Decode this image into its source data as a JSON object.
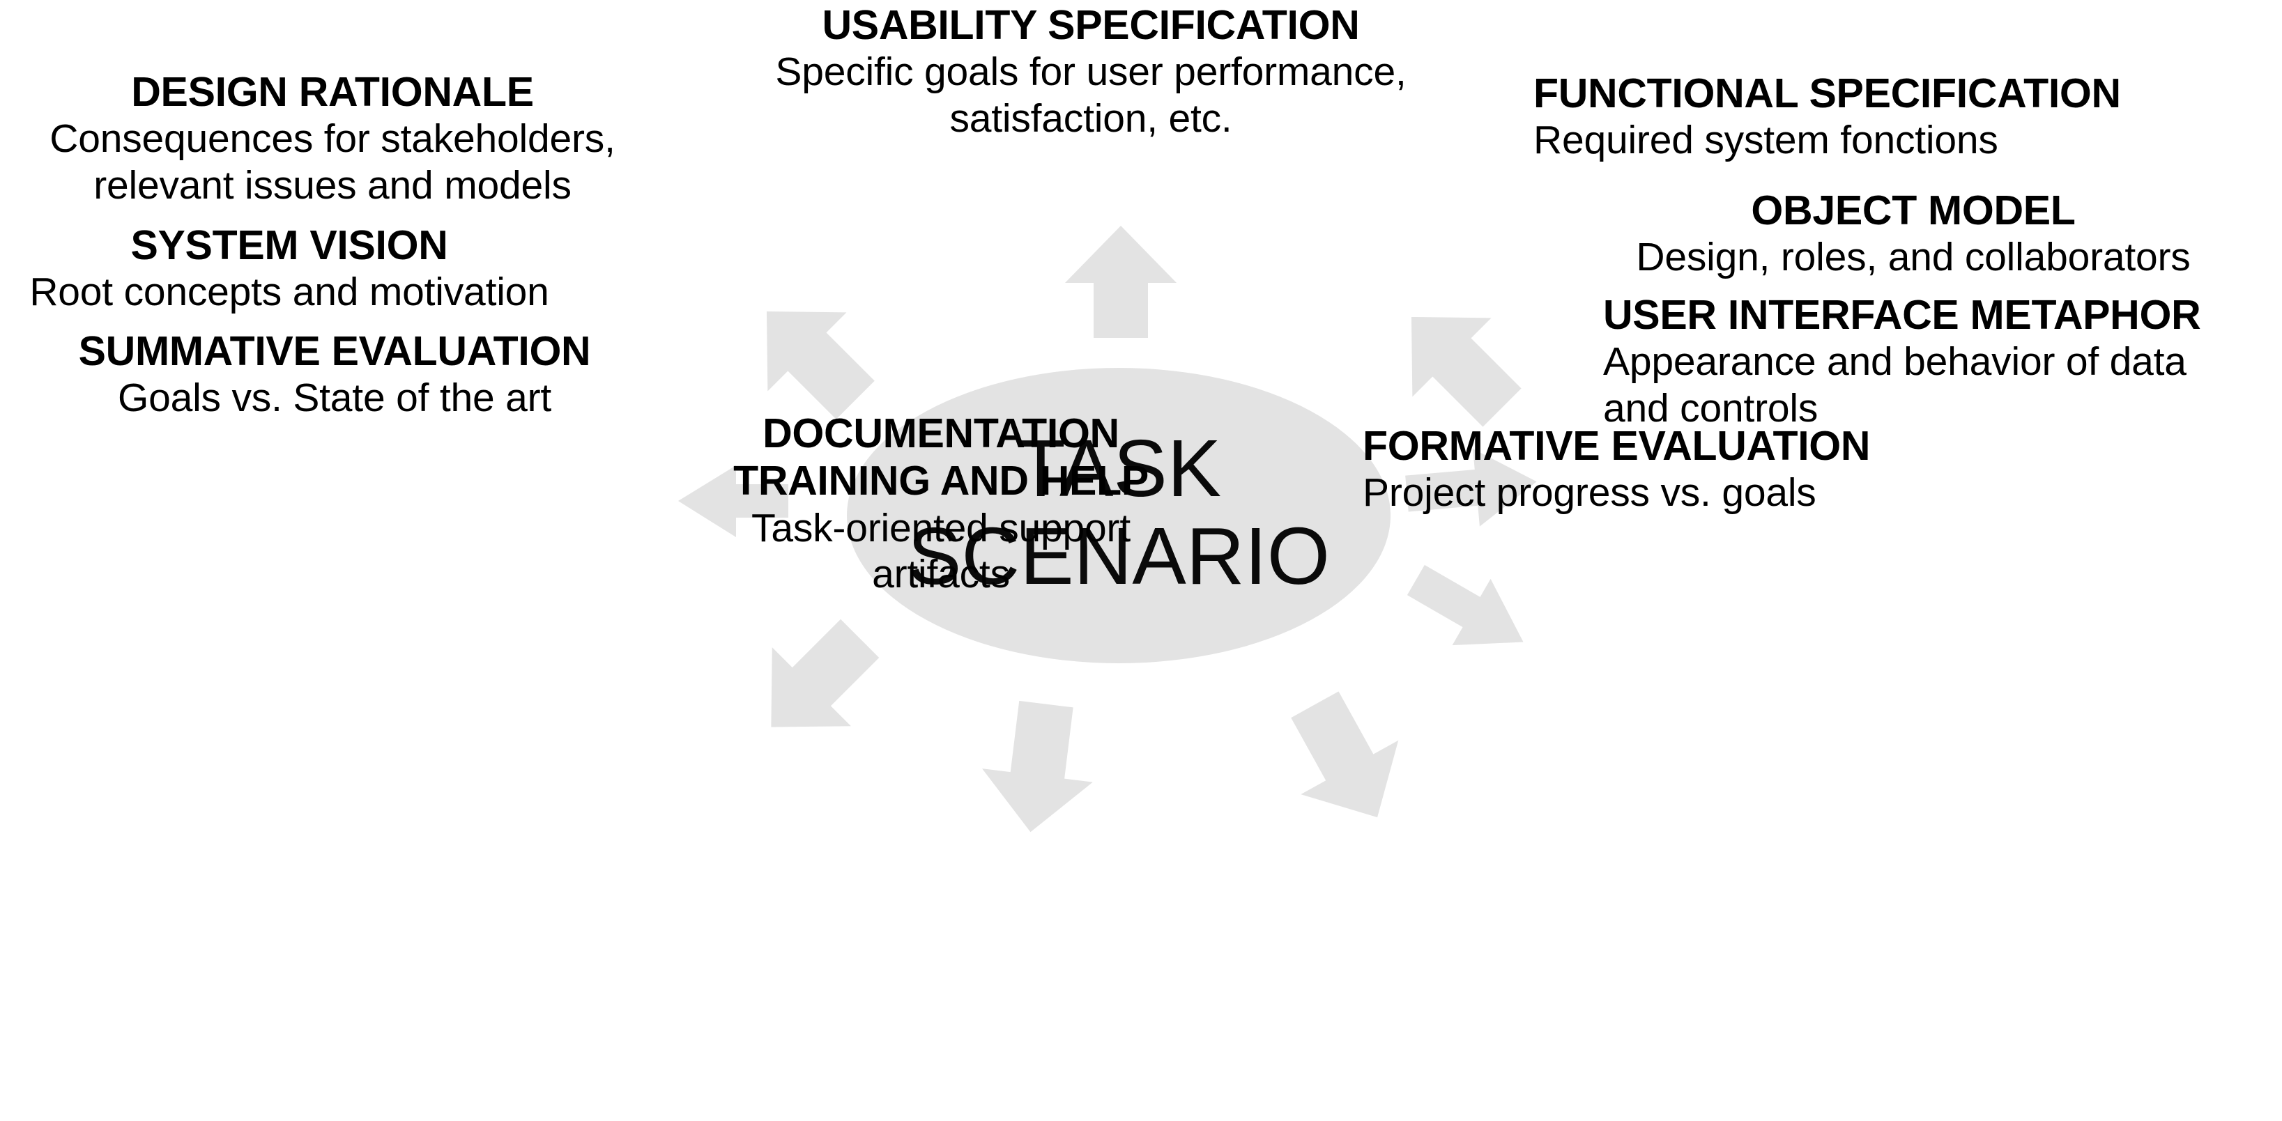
{
  "diagram": {
    "type": "radial-hub-and-spoke",
    "hub": {
      "line1": "TASK",
      "line2": "SCENARIO"
    },
    "colors": {
      "shape_fill": "#E3E3E3",
      "text": "#000000",
      "background": "#FFFFFF"
    },
    "spokes": [
      {
        "id": "usability-specification",
        "direction": "up",
        "title": "USABILITY SPECIFICATION",
        "description_lines": [
          "Specific goals for user performance,",
          "satisfaction, etc."
        ]
      },
      {
        "id": "design-rationale",
        "direction": "up-left",
        "title": "DESIGN RATIONALE",
        "description_lines": [
          "Consequences for stakeholders,",
          "relevant issues and models"
        ]
      },
      {
        "id": "functional-specification",
        "direction": "up-right",
        "title": "FUNCTIONAL SPECIFICATION",
        "description_lines": [
          "Required system fonctions"
        ]
      },
      {
        "id": "object-model",
        "direction": "right",
        "title": "OBJECT MODEL",
        "description_lines": [
          "Design, roles, and collaborators"
        ]
      },
      {
        "id": "system-vision",
        "direction": "left",
        "title": "SYSTEM VISION",
        "description_lines": [
          "Root concepts and motivation"
        ]
      },
      {
        "id": "user-interface-metaphor",
        "direction": "down-right",
        "title": "USER INTERFACE METAPHOR",
        "description_lines": [
          "Appearance and behavior of data",
          "and controls"
        ]
      },
      {
        "id": "summative-evaluation",
        "direction": "down-left",
        "title": "SUMMATIVE EVALUATION",
        "description_lines": [
          "Goals vs. State of the art"
        ]
      },
      {
        "id": "documentation-training-and-help",
        "direction": "down",
        "title_lines": [
          "DOCUMENTATION",
          "TRAINING AND HELP"
        ],
        "description_lines": [
          "Task-oriented support",
          "artifacts"
        ]
      },
      {
        "id": "formative-evaluation",
        "direction": "down-right-low",
        "title": "FORMATIVE EVALUATION",
        "description_lines": [
          "Project progress vs. goals"
        ]
      }
    ]
  }
}
